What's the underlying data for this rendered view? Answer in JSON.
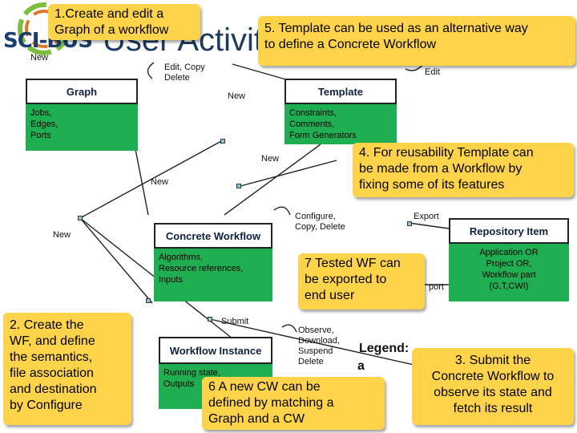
{
  "header": {
    "title": "User Activit",
    "logo": "SCI-BUS"
  },
  "boxes": {
    "graph": {
      "title": "Graph",
      "content": "Jobs,\nEdges,\nPorts"
    },
    "template": {
      "title": "Template",
      "content": "Constraints,\nComments,\nForm Generators"
    },
    "concrete": {
      "title": "Concrete Workflow",
      "content": "Algorithms,\nResource references,\nInputs"
    },
    "instance": {
      "title": "Workflow Instance",
      "content": "Running state,\nOutputs"
    },
    "repository": {
      "title": "Repository Item",
      "content": "Application OR\nProject OR,\nWorkflow part\n(G,T,CWI)"
    }
  },
  "labels": {
    "new_top_left": "New",
    "edit_copy_delete": "Edit, Copy\nDelete",
    "new_template": "New",
    "edit": "Edit",
    "new_mid": "New",
    "new_left_mid": "New",
    "new_left": "New",
    "configure": "Configure,\nCopy, Delete",
    "export_top": "Export",
    "export_mid": "port",
    "submit": "Submit",
    "observe": "Observe,\nDownload,\nSuspend\nDelete",
    "legend": "Legend:",
    "legend_a": "a"
  },
  "callouts": {
    "c1": "1.Create and edit a\nGraph of a workflow",
    "c5": "5. Template can be used as an alternative way\nto define a Concrete Workflow",
    "c4": "4. For reusability Template can\nbe made from a Workflow by\nfixing some of its features",
    "c7": "7 Tested WF can\nbe exported to\nend user",
    "c2": "2. Create the\nWF, and define\nthe semantics,\nfile association\nand destination\nby Configure",
    "c6": "6 A new CW can be\ndefined by matching a\nGraph and a CW",
    "c3": "3. Submit the\nConcrete Workflow to\nobserve its state and\nfetch its result"
  },
  "colors": {
    "green": "#1fae52",
    "callout": "#ffd34a",
    "title": "#1f3a5f"
  }
}
